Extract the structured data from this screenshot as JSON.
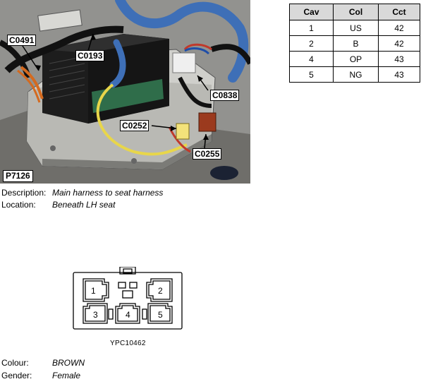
{
  "photo": {
    "id": "P7126",
    "callouts": [
      "C0491",
      "C0193",
      "C0838",
      "C0252",
      "C0255"
    ]
  },
  "table": {
    "headers": [
      "Cav",
      "Col",
      "Cct"
    ],
    "rows": [
      [
        "1",
        "US",
        "42"
      ],
      [
        "2",
        "B",
        "42"
      ],
      [
        "4",
        "OP",
        "43"
      ],
      [
        "5",
        "NG",
        "43"
      ]
    ]
  },
  "description": {
    "label": "Description:",
    "value": "Main harness to seat harness"
  },
  "location": {
    "label": "Location:",
    "value": "Beneath LH seat"
  },
  "connector": {
    "ref": "YPC10462",
    "pins": [
      "1",
      "2",
      "3",
      "4",
      "5"
    ]
  },
  "colour": {
    "label": "Colour:",
    "value": "BROWN"
  },
  "gender": {
    "label": "Gender:",
    "value": "Female"
  }
}
